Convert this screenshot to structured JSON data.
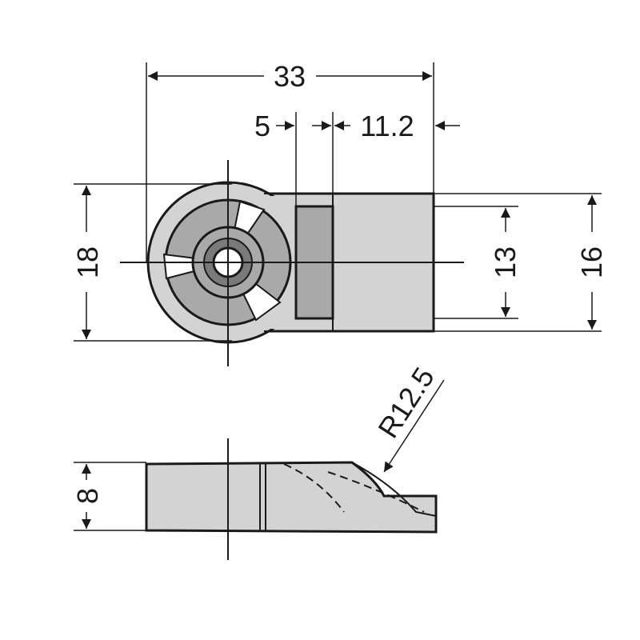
{
  "dimensions": {
    "overall_length": "33",
    "slot_width": "5",
    "body_offset": "11.2",
    "ring_height": "18",
    "slot_height": "13",
    "body_height": "16",
    "thickness": "8",
    "radius": "R12.5"
  },
  "colors": {
    "part_fill": "#d3d3d3",
    "part_shadow": "#a9a9a9",
    "line": "#1a1a1a"
  }
}
